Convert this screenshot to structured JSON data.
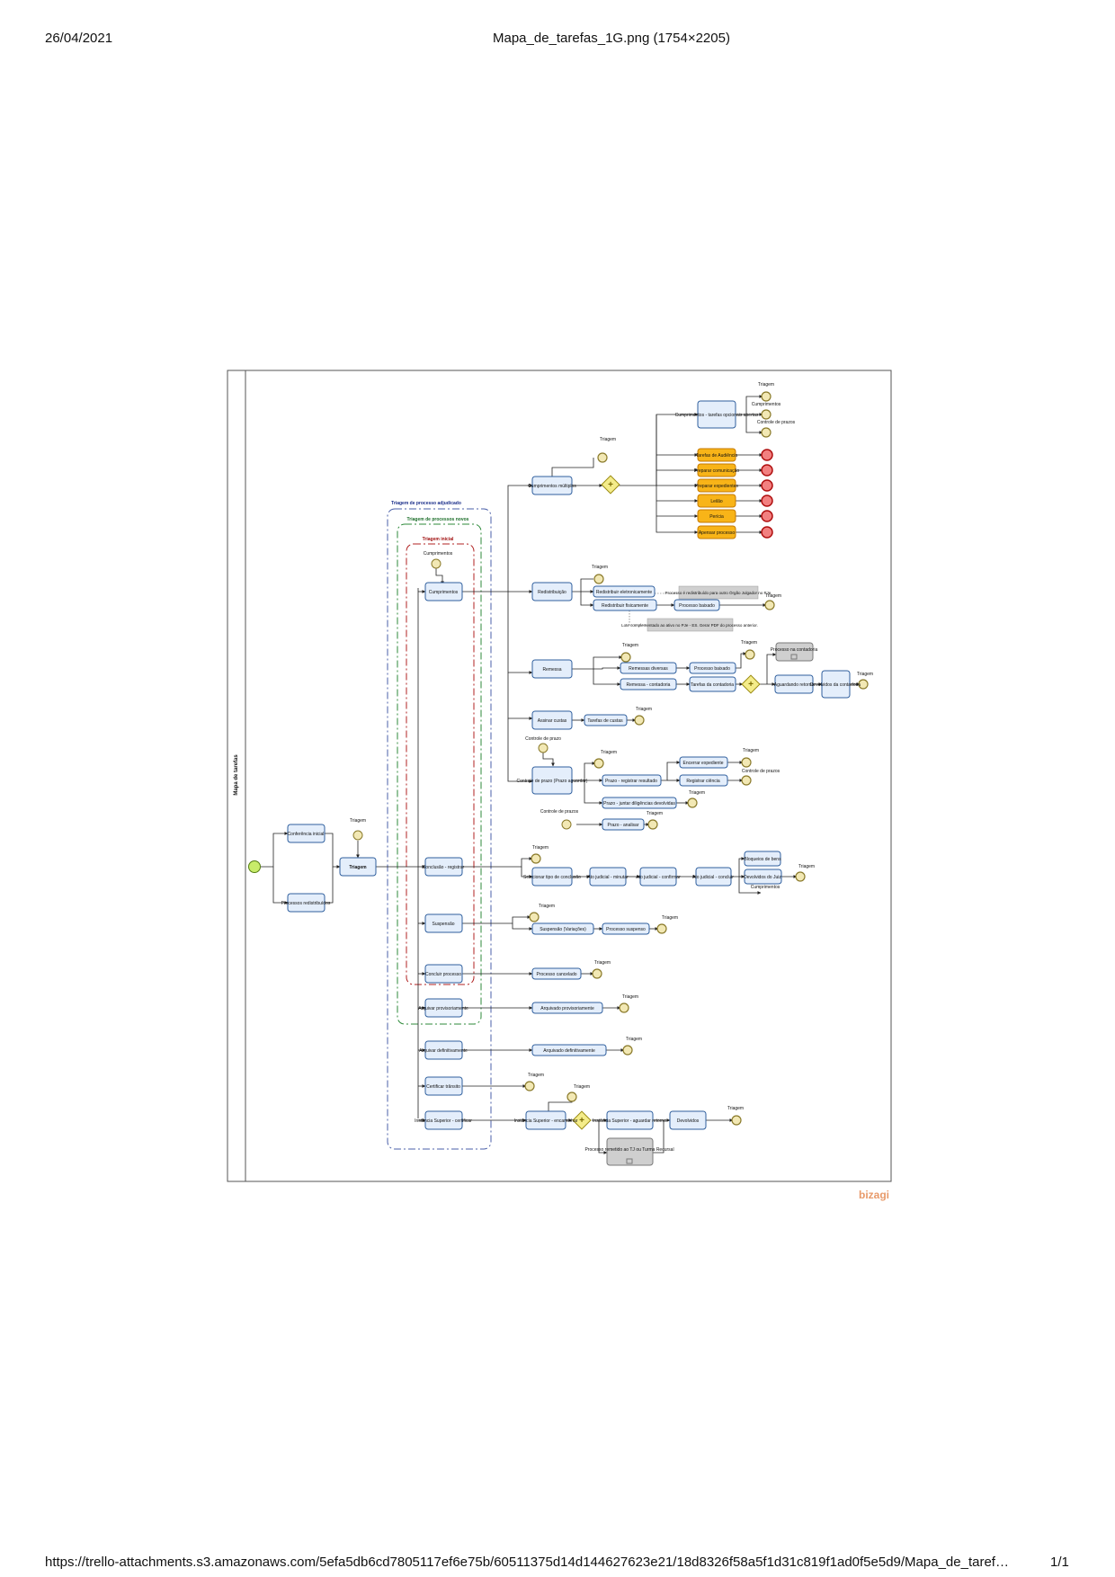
{
  "header": {
    "date": "26/04/2021",
    "title": "Mapa_de_tarefas_1G.png (1754×2205)"
  },
  "footer": {
    "url": "https://trello-attachments.s3.amazonaws.com/5efa5db6cd7805117ef6e75b/60511375d14d144627623e21/18d8326f58a5f1d31c819f1ad0f5e5d9/Mapa_de_taref…",
    "page": "1/1"
  },
  "diagram": {
    "pool_title": "Mapa de tarefas",
    "groups": {
      "adjudicado": "Triagem de processo adjudicado",
      "novos": "Triagem de processos novos",
      "inicial": "Triagem inicial"
    },
    "tasks": {
      "conferencia": "Conferência inicial",
      "redistribuidos": "Processos redistribuídos",
      "triagem": "Triagem",
      "cumprimentos": "Cumprimentos",
      "conclusao_registrar": "Conclusão - registrar",
      "suspensao": "Suspensão",
      "concluir_processo": "Concluir processo",
      "arquivar_prov": "Arquivar provisoriamente",
      "arquivar_def": "Arquivar definitivamente",
      "certificar_transito": "Certificar trânsito",
      "instancia_certificar": "Instância Superior - certificar",
      "cumprimentos_multiplos": "Cumprimentos múltiplos",
      "cumprimentos_tarefas": "Cumprimentos - tarefas opcionais abertas",
      "tarefas_audiencia": "Tarefas de Audiência",
      "preparar_comunicacao": "Preparar comunicação",
      "preparar_expedientes": "Preparar expedientes",
      "leilao": "Leilão",
      "pericia": "Perícia",
      "apensar": "Apensar processo",
      "redistribuicao": "Redistribuição",
      "redistribuir_elet": "Redistribuir eletronicamente",
      "redistribuir_fis": "Redistribuir fisicamente",
      "processo_baixado": "Processo baixado",
      "remessa": "Remessa",
      "remessas_diversas": "Remessas diversas",
      "remessa_contadoria": "Remessa - contadoria",
      "processo_baixado2": "Processo baixado",
      "tarefas_contadoria": "Tarefas da contadoria",
      "processo_contadoria": "Processo na contadoria",
      "aguardando_retorno": "Aguardando retorno",
      "devolvidos_contadoria": "Devolvidos da contadoria",
      "assinar_custas": "Assinar custas",
      "tarefas_custas": "Tarefas de custas",
      "controle_prazo": "Controle de prazo (Prazo aguardar)",
      "prazo_registrar": "Prazo - registrar resultado",
      "prazo_juntar": "Prazo - juntar diligências devolvidas",
      "prazo_analisar": "Prazo - analisar",
      "encerrar_expediente": "Encerrar expediente",
      "registrar_ciencia": "Registrar ciência",
      "selecionar_conclusao": "Selecionar tipo de conclusão",
      "ato_minutar": "Ato judicial - minutar",
      "ato_confirmar": "Ato judicial - confirmar",
      "ato_concluir": "Ato judicial - concluir",
      "bloqueios": "Bloqueios de bens",
      "devolvidos_juiz": "Devolvidos do Juiz",
      "suspensao_variacoes": "Suspensão (Variações)",
      "processo_suspenso": "Processo suspenso",
      "processo_cancelado": "Processo cancelado",
      "arquivado_prov": "Arquivado provisoriamente",
      "arquivado_def": "Arquivado definitivamente",
      "instancia_encaminhar": "Instância Superior - encaminhar",
      "instancia_aguardar": "Instância Superior - aguardar retorno",
      "devolvidos": "Devolvidos",
      "processo_remetido": "Processo remetido ao TJ ou Turma Recursal"
    },
    "labels": {
      "triagem": "Triagem",
      "cumprimentos": "Cumprimentos",
      "controle_prazos": "Controle de prazos",
      "controle_prazos2": "Controle de prazos",
      "controle_prazo_timer": "Controle de prazo"
    },
    "notes": {
      "redistribuido": "Processo é redistribuído para outro Órgão Julgador no PJe.",
      "lote": "Lote complementado ao ativo no PJe - ES. Gerar PDF do processo anterior."
    },
    "watermark": "bizagi"
  }
}
